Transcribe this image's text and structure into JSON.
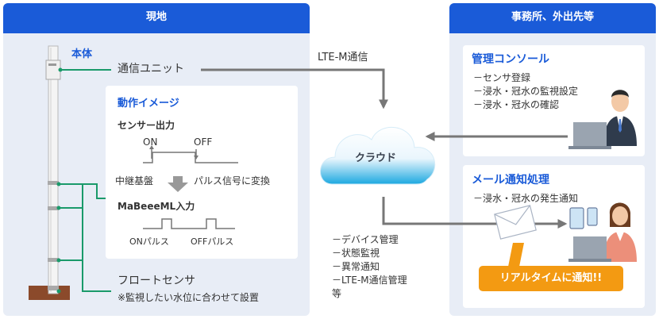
{
  "panels": {
    "onsite": {
      "header": "現地",
      "body_label": "本体",
      "comm_unit": "通信ユニット",
      "operation": {
        "title": "動作イメージ",
        "sensor_output": "センサー出力",
        "on_label": "ON",
        "off_label": "OFF",
        "relay_board": "中継基盤",
        "pulse_convert": "パルス信号に変換",
        "mabeee_input": "MaBeeeML入力",
        "on_pulse": "ONパルス",
        "off_pulse": "OFFパルス"
      },
      "float_sensor": "フロートセンサ",
      "float_note": "※監視したい水位に合わせて設置"
    },
    "office": {
      "header": "事務所、外出先等",
      "management": {
        "title": "管理コンソール",
        "items": [
          "－センサ登録",
          "－浸水・冠水の監視設定",
          "－浸水・冠水の確認"
        ]
      },
      "mail": {
        "title": "メール通知処理",
        "items": [
          "－浸水・冠水の発生通知"
        ]
      },
      "realtime_badge": "リアルタイムに通知!!"
    }
  },
  "network": {
    "lte_label": "LTE-M通信",
    "cloud_label": "クラウド",
    "cloud_functions": [
      "－デバイス管理",
      "－状態監視",
      "－異常通知",
      "－LTE-M通信管理",
      "等"
    ]
  },
  "colors": {
    "header_blue": "#1a5bd8",
    "panel_bg": "#e8edf6",
    "card_bg": "#ffffff",
    "connector_green": "#1a9a6a",
    "arrow_gray": "#777777",
    "cloud_blue": "#1ca8e0",
    "badge_orange": "#f39a12",
    "ground_brown": "#8b4a2b"
  },
  "icons": [
    "sensor-pole-icon",
    "cloud-icon",
    "envelope-icon",
    "businessman-icon",
    "businesswoman-icon",
    "laptop-icon",
    "tablet-icon",
    "smartphone-icon"
  ]
}
